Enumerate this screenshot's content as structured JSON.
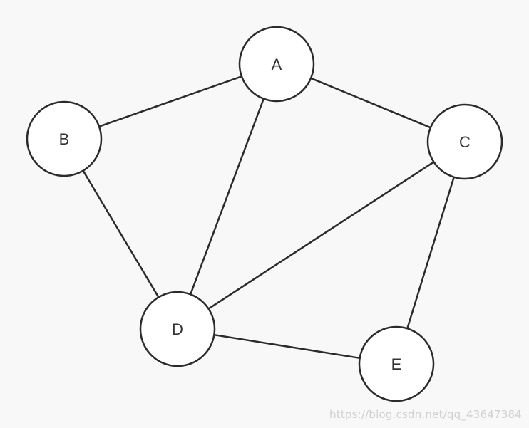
{
  "graph": {
    "nodes": [
      {
        "id": "A",
        "label": "A"
      },
      {
        "id": "B",
        "label": "B"
      },
      {
        "id": "C",
        "label": "C"
      },
      {
        "id": "D",
        "label": "D"
      },
      {
        "id": "E",
        "label": "E"
      }
    ],
    "edges": [
      {
        "from": "A",
        "to": "B"
      },
      {
        "from": "A",
        "to": "C"
      },
      {
        "from": "A",
        "to": "D"
      },
      {
        "from": "B",
        "to": "D"
      },
      {
        "from": "C",
        "to": "D"
      },
      {
        "from": "C",
        "to": "E"
      },
      {
        "from": "D",
        "to": "E"
      }
    ]
  },
  "colors": {
    "background": "#f8f8f8",
    "node_fill": "#ffffff",
    "stroke": "#2b2b2b",
    "label": "#333333",
    "watermark": "#d0d0d0"
  },
  "watermark": {
    "text": "https://blog.csdn.net/qq_43647384"
  }
}
